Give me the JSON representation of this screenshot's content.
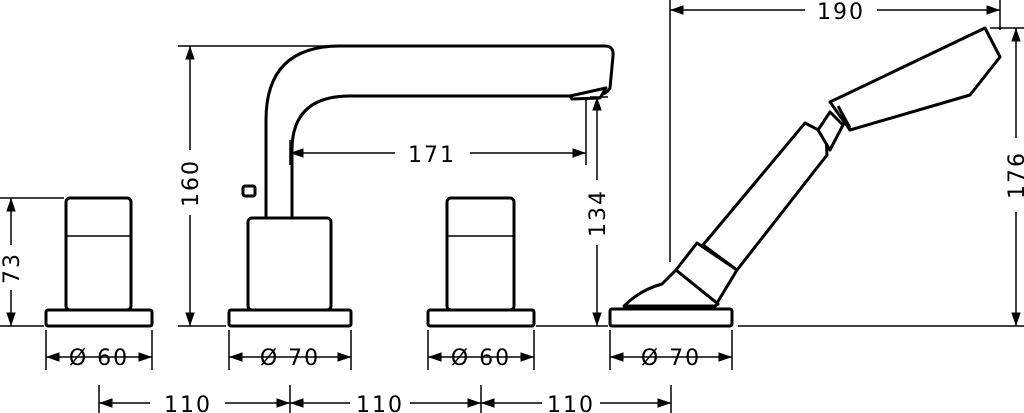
{
  "diagram": {
    "dimensions": {
      "valve_height": "73",
      "spout_height": "160",
      "spout_reach": "171",
      "spout_outlet_height": "134",
      "handshower_width": "190",
      "handshower_height": "176",
      "valve_left_diameter": "Ø 60",
      "spout_diameter": "Ø 70",
      "valve_right_diameter": "Ø 60",
      "handshower_base_diameter": "Ø 70",
      "spacing_1": "110",
      "spacing_2": "110",
      "spacing_3": "110"
    },
    "colors": {
      "line": "#000000",
      "background": "#ffffff"
    }
  }
}
